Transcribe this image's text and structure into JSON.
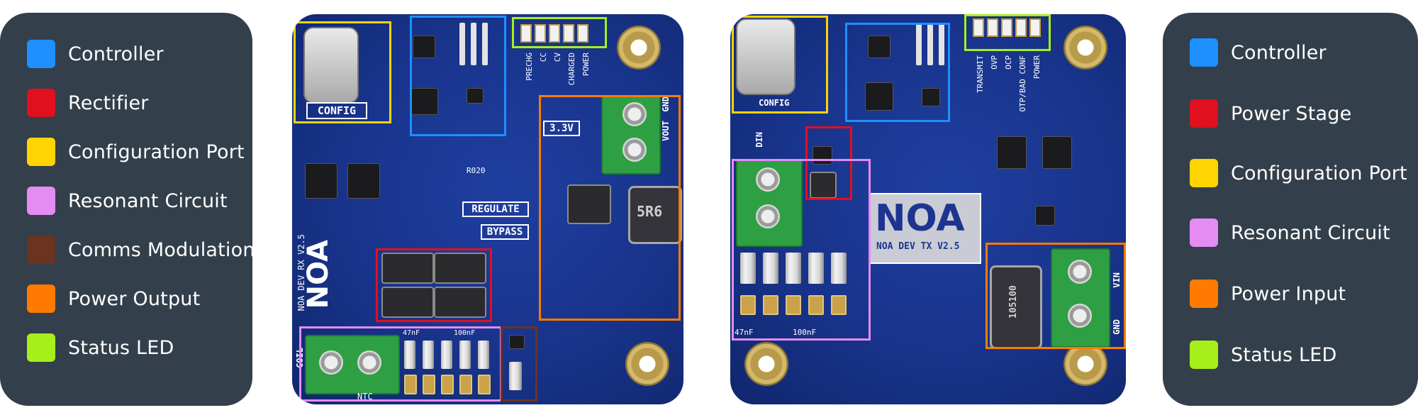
{
  "colors": {
    "controller": "#1e90ff",
    "rectifier": "#e0101e",
    "configuration_port": "#ffd400",
    "resonant_circuit": "#e48cf2",
    "comms_modulation": "#6b3320",
    "power_output": "#ff7a00",
    "status_led": "#a6ef1a",
    "legend_bg": "#333f4b",
    "board": "#18338a"
  },
  "legend_left": {
    "items": [
      {
        "label": "Controller",
        "color": "#1e90ff"
      },
      {
        "label": "Rectifier",
        "color": "#e0101e"
      },
      {
        "label": "Configuration Port",
        "color": "#ffd400"
      },
      {
        "label": "Resonant Circuit",
        "color": "#e48cf2"
      },
      {
        "label": "Comms Modulation",
        "color": "#6b3320"
      },
      {
        "label": "Power Output",
        "color": "#ff7a00"
      },
      {
        "label": "Status LED",
        "color": "#a6ef1a"
      }
    ]
  },
  "legend_right": {
    "items": [
      {
        "label": "Controller",
        "color": "#1e90ff"
      },
      {
        "label": "Power Stage",
        "color": "#e0101e"
      },
      {
        "label": "Configuration Port",
        "color": "#ffd400"
      },
      {
        "label": "Resonant Circuit",
        "color": "#e48cf2"
      },
      {
        "label": "Power Input",
        "color": "#ff7a00"
      },
      {
        "label": "Status LED",
        "color": "#a6ef1a"
      }
    ]
  },
  "board_rx": {
    "config_label": "CONFIG",
    "led_labels": [
      "PRECHG",
      "CC",
      "CV",
      "CHARGED",
      "POWER"
    ],
    "voltage_label": "3.3V",
    "regulate_label": "REGULATE",
    "bypass_label": "BYPASS",
    "vout_label": "VOUT",
    "gnd_label": "GND",
    "inductor_label": "5R6",
    "logo": "NOA",
    "board_name": "NOA DEV RX V2.5",
    "coil_label": "COIL",
    "cap_47": "47nF",
    "cap_100": "100nF",
    "ntc_label": "NTC",
    "resistor_label": "R020"
  },
  "board_tx": {
    "config_label": "CONFIG",
    "led_labels": [
      "TRANSMIT",
      "OVP",
      "OCP",
      "OTP/BAD CONF",
      "POWER"
    ],
    "vin_label": "VIN",
    "gnd_label": "GND",
    "din_label": "DIN",
    "logo": "NOA",
    "board_name": "NOA DEV TX V2.5",
    "inductor_label": "105100",
    "cap_47": "47nF",
    "cap_100": "100nF"
  }
}
